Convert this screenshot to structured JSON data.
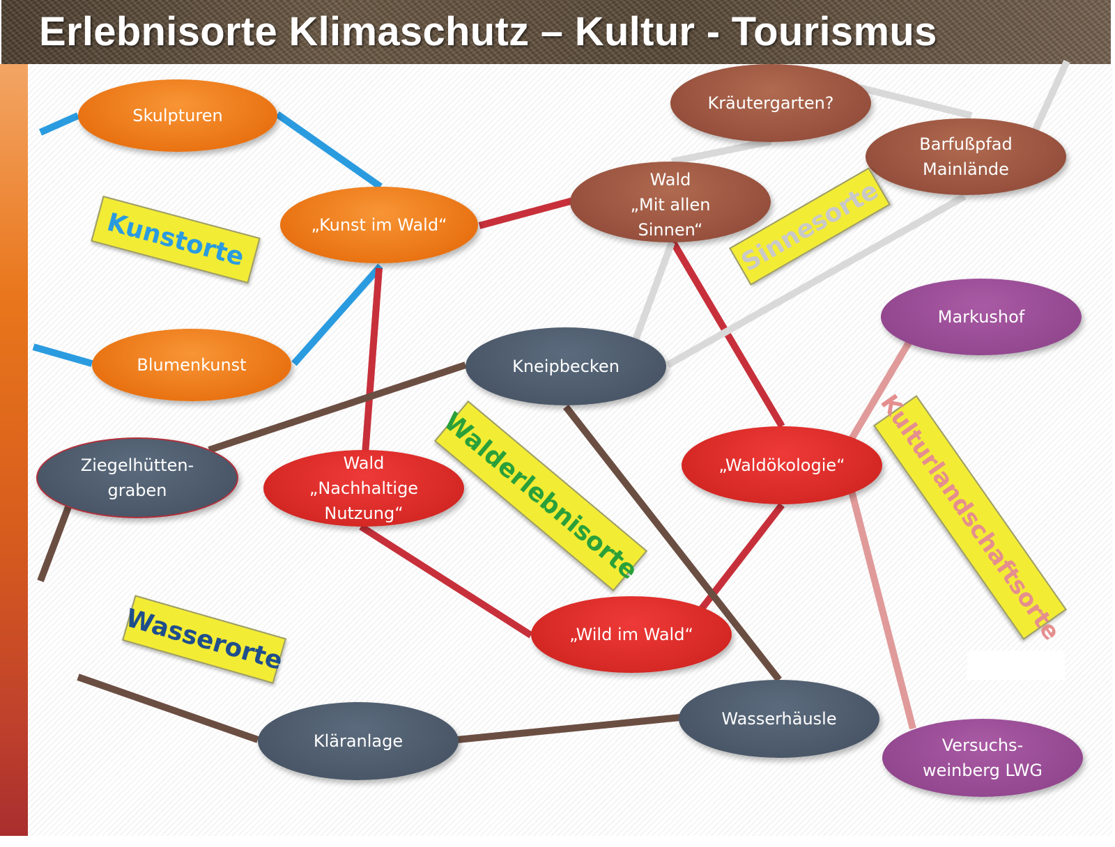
{
  "title": "Erlebnisorte Klimaschutz – Kultur - Tourismus",
  "colors": {
    "kunst_edge": "#2b9be0",
    "wald_edge": "#c7303a",
    "sinne_edge": "#d9d9d9",
    "wasser_edge": "#6b4e42",
    "kultur_edge": "#e09a9a",
    "label_bg": "#f3ec34"
  },
  "nodes": {
    "skulpturen": "Skulpturen",
    "kunst_im_wald": "„Kunst im Wald“",
    "blumenkunst": "Blumenkunst",
    "kraeutergarten": "Kräutergarten?",
    "wald_sinne": "Wald\n„Mit allen\nSinnen“",
    "barfusspfad": "Barfußpfad\nMainlände",
    "markushof": "Markushof",
    "kneipbecken": "Kneipbecken",
    "ziegelhuetten": "Ziegelhütten-\ngraben",
    "wald_nutzung": "Wald\n„Nachhaltige\nNutzung“",
    "waldoekologie": "„Waldökologie“",
    "wild_im_wald": "„Wild im Wald“",
    "klaeranlage": "Kläranlage",
    "wasserhaeusle": "Wasserhäusle",
    "versuchsweinberg": "Versuchs-\nweinberg LWG"
  },
  "categories": {
    "kunstorte": "Kunstorte",
    "sinnesorte": "Sinnesorte",
    "walderlebnisorte": "Walderlebnisorte",
    "kulturlandschaftsorte": "Kulturlandschaftsorte",
    "wasserorte": "Wasserorte"
  },
  "category_colors": {
    "kunstorte": "#2b9be0",
    "sinnesorte": "#c9c9c9",
    "walderlebnisorte": "#2aa03a",
    "kulturlandschaftsorte": "#e58e8e",
    "wasserorte": "#1f4e8c"
  }
}
